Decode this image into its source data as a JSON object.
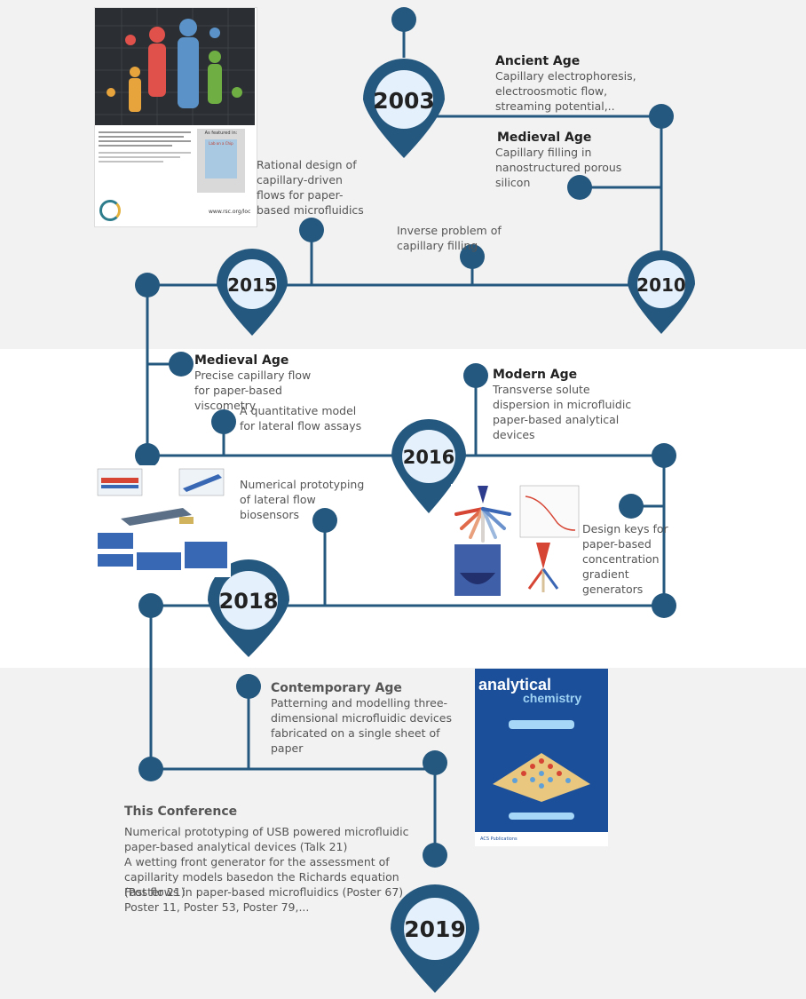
{
  "pins": {
    "y2003": "2003",
    "y2010": "2010",
    "y2015": "2015",
    "y2016": "2016",
    "y2018": "2018",
    "y2019": "2019"
  },
  "events": {
    "ancient_title": "Ancient Age",
    "ancient_text": "Capillary electrophoresis, electroosmotic flow, streaming potential,..",
    "medieval1_title": "Medieval Age",
    "medieval1_text": "Capillary filling in nanostructured porous silicon",
    "rational_text": "Rational design of capillary-driven flows for paper-based microfluidics",
    "inverse_text": "Inverse problem of capillary filling",
    "medieval2_title": "Medieval Age",
    "medieval2_text": "Precise capillary flow for paper-based viscometry",
    "quant_text": "A quantitative model for lateral flow assays",
    "modern_title": "Modern Age",
    "modern_text": "Transverse solute dispersion in microfluidic paper-based analytical devices",
    "numproto_text": "Numerical prototyping of lateral flow biosensors",
    "designkeys_text": "Design keys for paper-based concentration gradient generators",
    "contemporary_title": "Contemporary Age",
    "contemporary_text": "Patterning and modelling three-dimensional microfluidic devices fabricated on a single sheet of paper"
  },
  "conference": {
    "title": "This Conference",
    "line1": "Numerical prototyping of USB powered microfluidic paper-based analytical devices (Talk 21)",
    "line2": "A wetting front generator for the assessment of capillarity models basedon the Richards equation (Poster 21)",
    "line3": "Fast flows in paper-based microfluidics (Poster 67)",
    "line4": "Poster 11, Poster 53, Poster 79,..."
  },
  "lab_cover": {
    "featured": "As featured in:",
    "journal": "Lab on a Chip",
    "url": "www.rsc.org/loc"
  },
  "ac_cover": {
    "title1": "analytical",
    "title2": "chemistry",
    "publisher": "ACS Publications"
  },
  "colors": {
    "timeline": "#25587e",
    "pin_center": "#e4f0fb",
    "band": "#f2f2f2"
  }
}
